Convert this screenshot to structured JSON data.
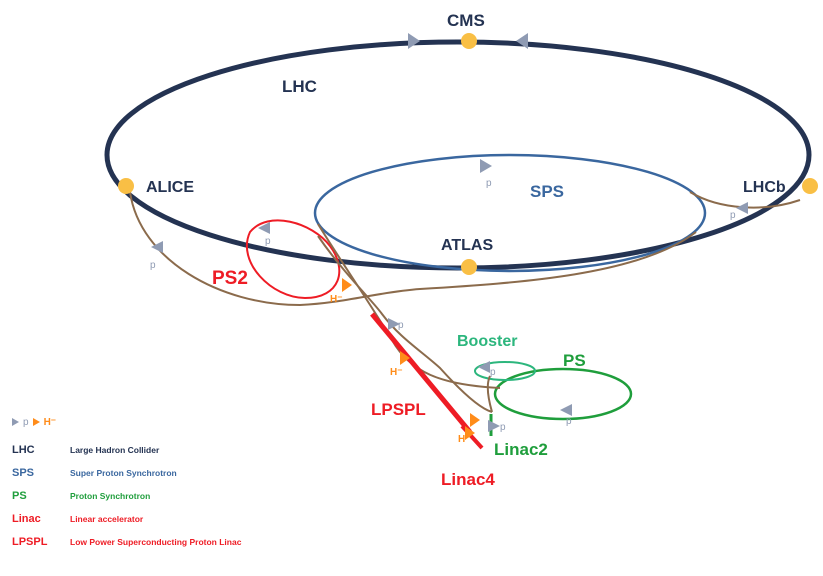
{
  "colors": {
    "lhc": "#243352",
    "sps": "#3a679f",
    "ps": "#1f9e3c",
    "booster": "#2cb67d",
    "linac": "#ee1c25",
    "transfer": "#8b6b4c",
    "proton_arrow": "#8f9bb3",
    "hminus_arrow": "#ff8c1a",
    "experiment_dot": "#f9bf45"
  },
  "labels": {
    "cms": "CMS",
    "lhc": "LHC",
    "alice": "ALICE",
    "lhcb": "LHCb",
    "sps": "SPS",
    "atlas": "ATLAS",
    "ps2": "PS2",
    "booster": "Booster",
    "ps": "PS",
    "lpspl": "LPSPL",
    "linac2": "Linac2",
    "linac4": "Linac4",
    "p": "p",
    "hminus": "H⁻"
  },
  "legend": {
    "proton_symbol": "p",
    "hminus_symbol": "H⁻",
    "items": [
      {
        "key": "LHC",
        "desc": "Large Hadron Collider",
        "color": "#243352"
      },
      {
        "key": "SPS",
        "desc": "Super Proton Synchrotron",
        "color": "#3a679f"
      },
      {
        "key": "PS",
        "desc": "Proton Synchrotron",
        "color": "#1f9e3c"
      },
      {
        "key": "Linac",
        "desc": "Linear accelerator",
        "color": "#ee1c25"
      },
      {
        "key": "LPSPL",
        "desc": "Low Power Superconducting Proton Linac",
        "color": "#ee1c25"
      }
    ]
  }
}
